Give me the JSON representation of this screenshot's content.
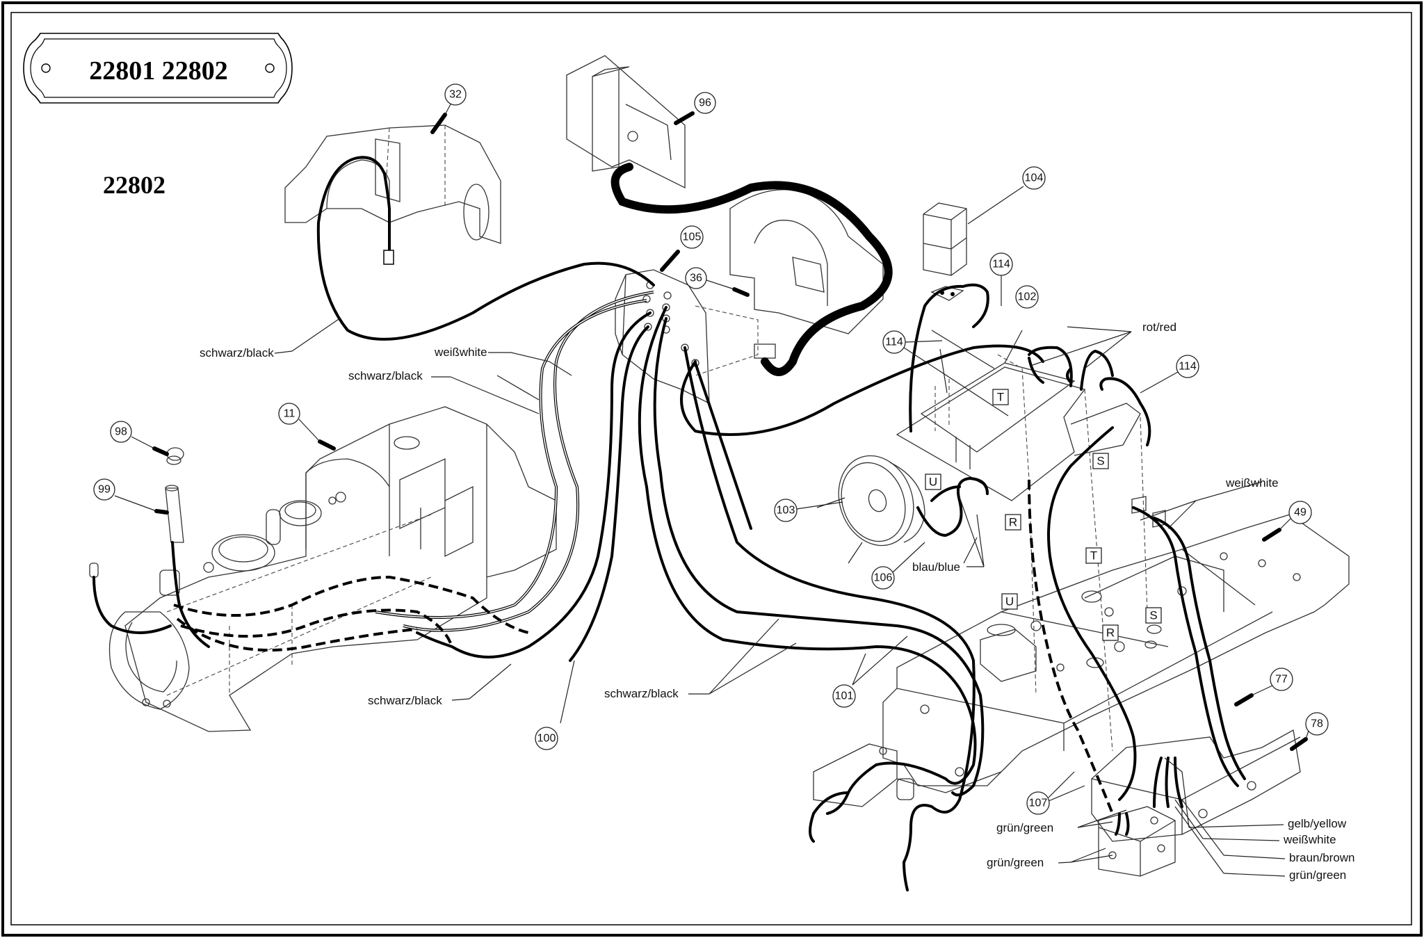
{
  "title_plate": "22801 22802",
  "model_label": "22802",
  "part_numbers": {
    "p32": "32",
    "p96": "96",
    "p104": "104",
    "p105": "105",
    "p36": "36",
    "p114a": "114",
    "p114b": "114",
    "p114c": "114",
    "p102": "102",
    "p11": "11",
    "p98": "98",
    "p99": "99",
    "p103": "103",
    "p106": "106",
    "p49": "49",
    "p77": "77",
    "p78": "78",
    "p101": "101",
    "p100": "100",
    "p107": "107"
  },
  "wire_labels": {
    "schwarz_black_1": "schwarz/black",
    "weiss_white_1": "weißwhite",
    "schwarz_black_2": "schwarz/black",
    "rot_red": "rot/red",
    "weiss_white_2": "weißwhite",
    "blau_blue": "blau/blue",
    "schwarz_black_3": "schwarz/black",
    "schwarz_black_4": "schwarz/black",
    "gruen_green_1": "grün/green",
    "gruen_green_2": "grün/green",
    "gelb_yellow": "gelb/yellow",
    "weiss_white_3": "weißwhite",
    "braun_brown": "braun/brown",
    "gruen_green_3": "grün/green"
  },
  "connector_letters": {
    "t1": "T",
    "u1": "U",
    "r1": "R",
    "s1": "S",
    "t2": "T",
    "u2": "U",
    "r2": "R",
    "s2": "S"
  }
}
